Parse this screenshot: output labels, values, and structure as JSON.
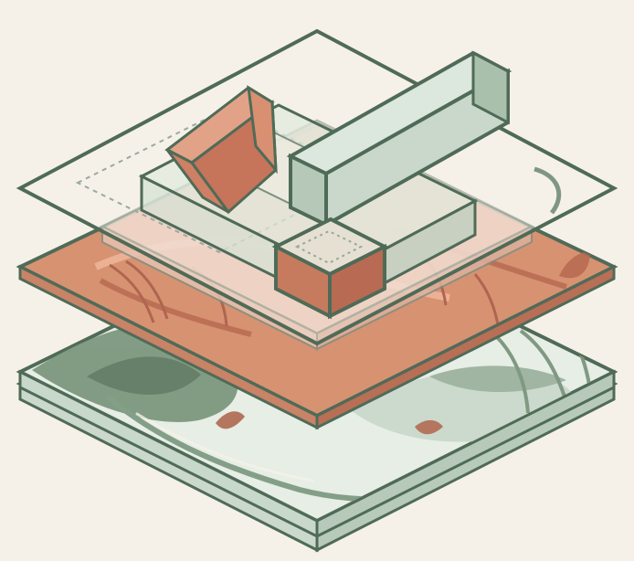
{
  "illustration": {
    "subject": "isometric-layered-architecture",
    "palette": {
      "background": "#f6f1e8",
      "outline": "#4f6b58",
      "sage_fill": "#d7e2d8",
      "sage_glass": "#c8d7cc",
      "sage_dark": "#6f8b77",
      "terracotta": "#c57d63",
      "terracotta_dark": "#a85f48",
      "terracotta_light": "#e7b7a1",
      "blush": "#efd2c6"
    },
    "layers": [
      "ground-base",
      "green-plate",
      "terracotta-plate",
      "wireframe-volumes"
    ]
  }
}
